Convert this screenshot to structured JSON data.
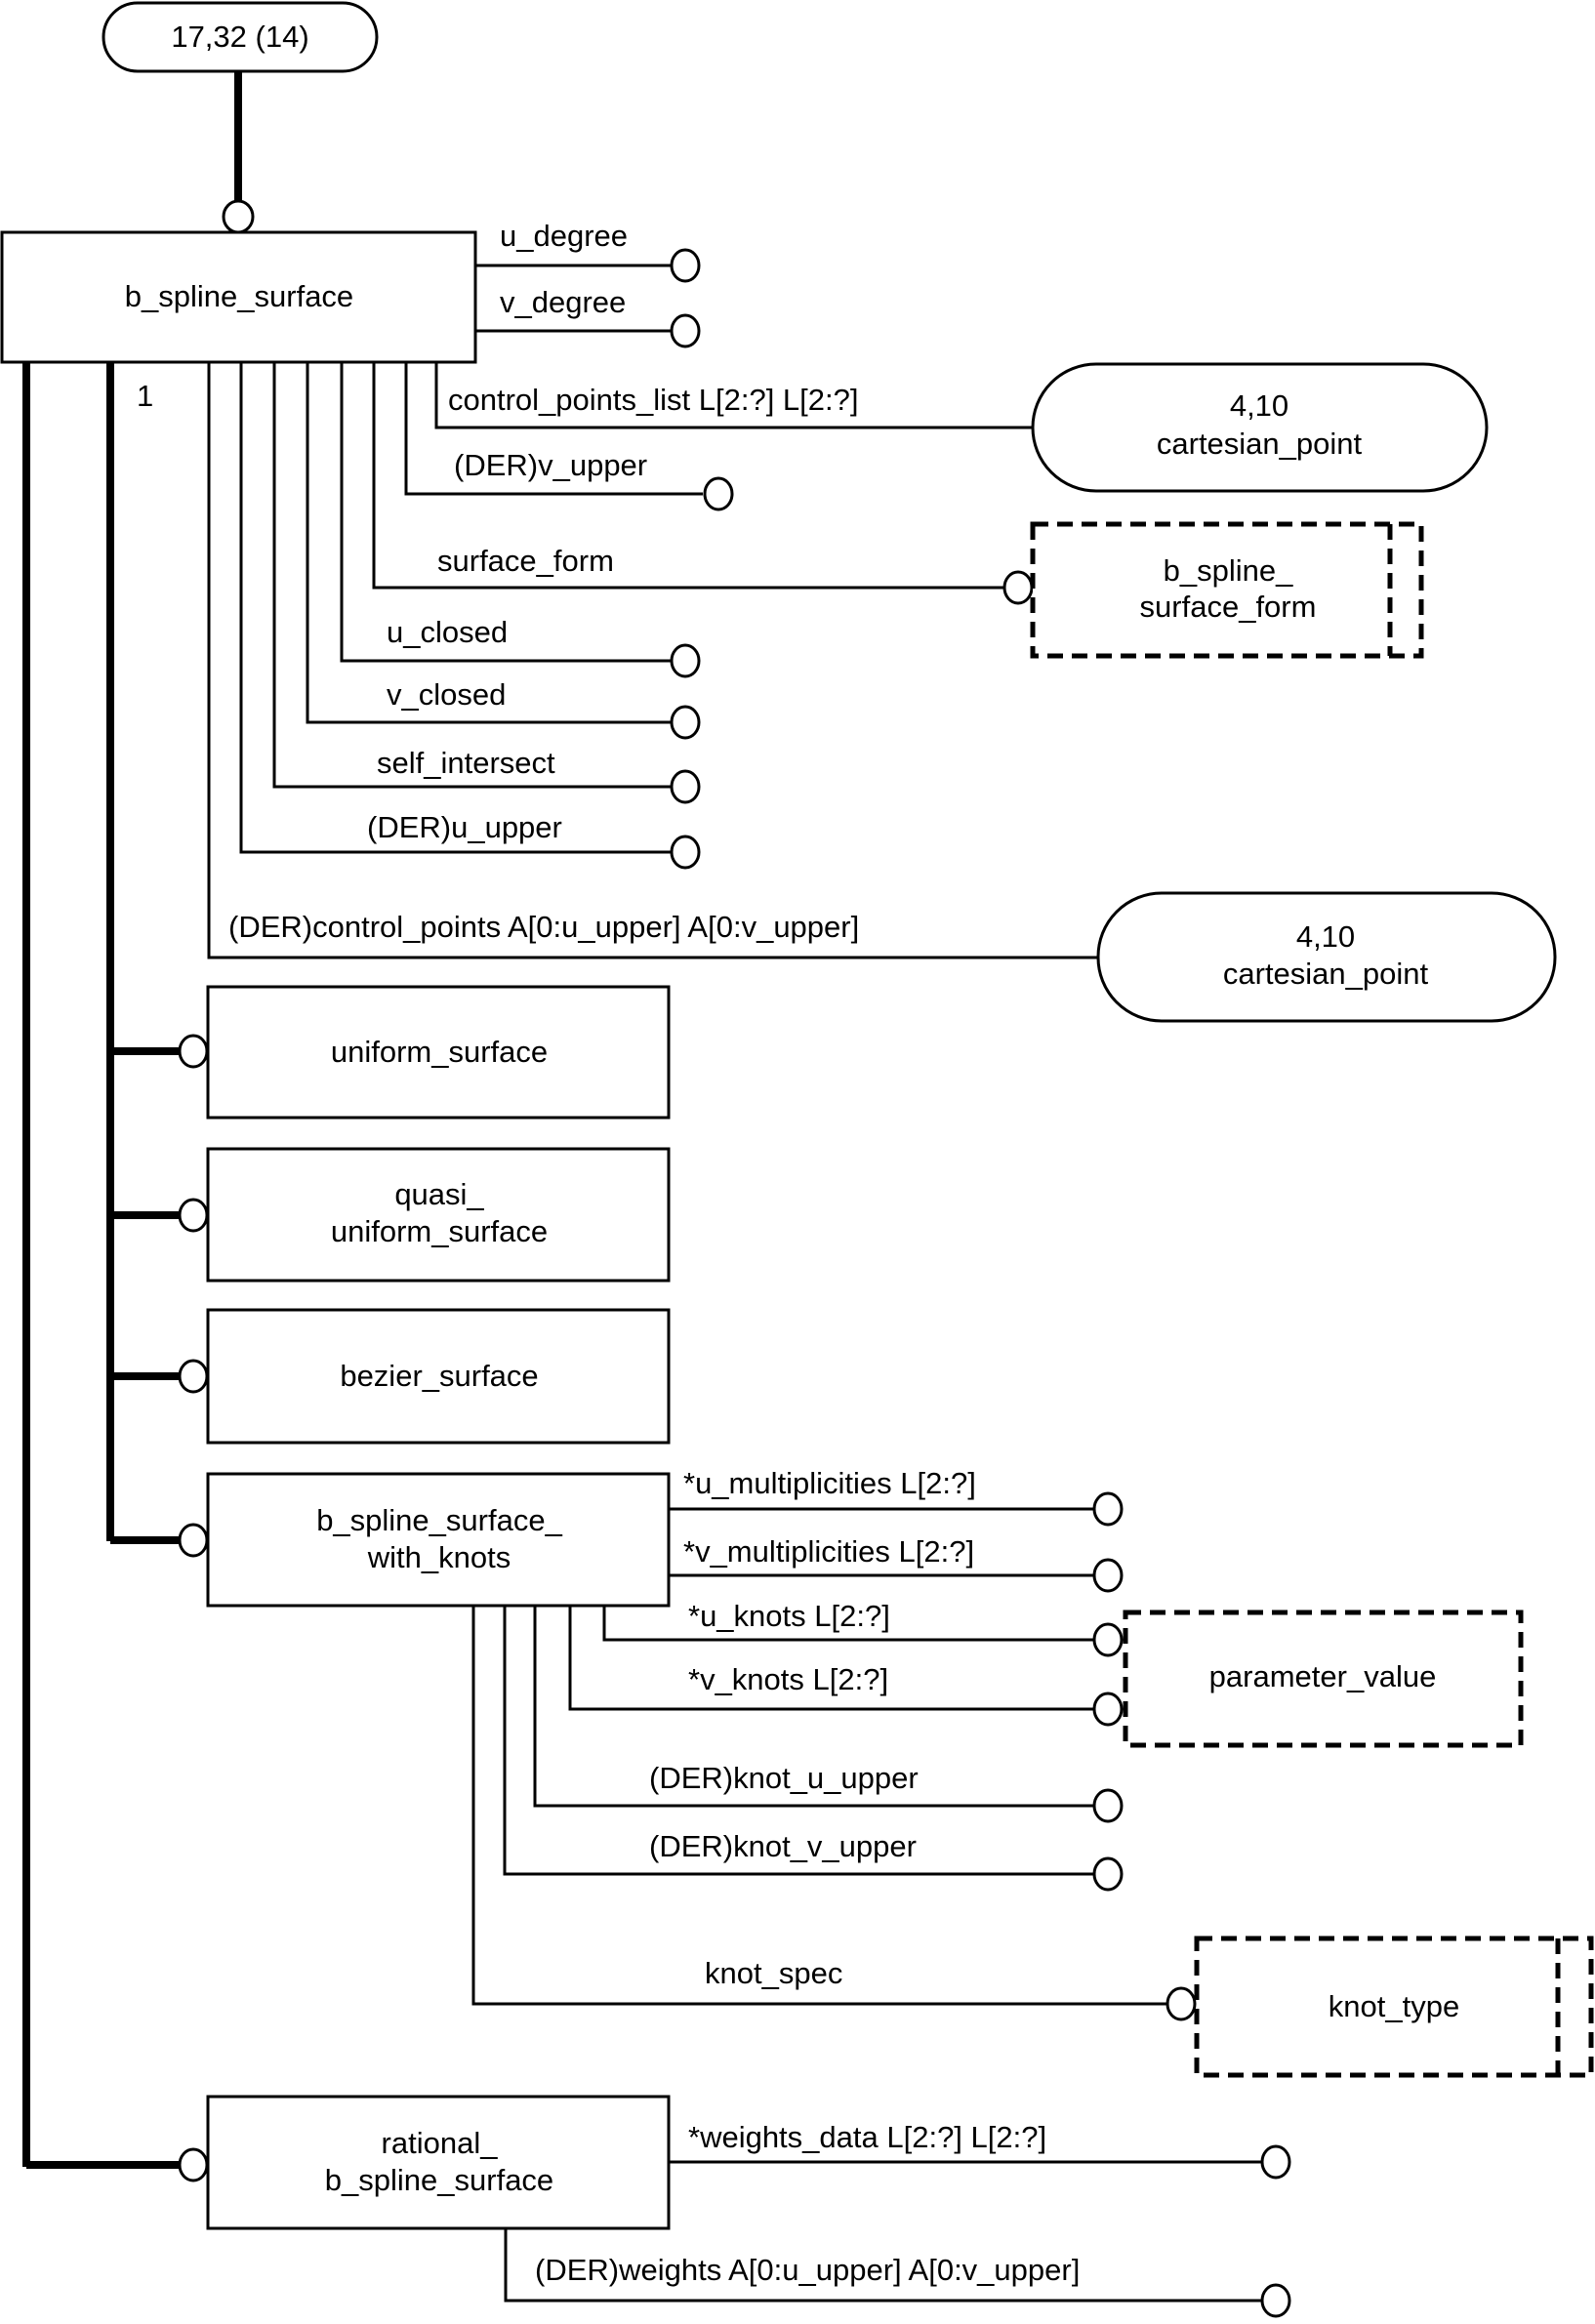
{
  "diagram": {
    "page_ref": "17,32 (14)",
    "main_entity": "b_spline_surface",
    "cardinality_label": "1",
    "attributes": [
      {
        "name": "u_degree"
      },
      {
        "name": "v_degree"
      },
      {
        "name": "control_points_list L[2:?] L[2:?]",
        "target_ref": "4,10",
        "target": "cartesian_point"
      },
      {
        "name": "(DER)v_upper"
      },
      {
        "name": "surface_form",
        "target": "b_spline_surface_form"
      },
      {
        "name": "u_closed"
      },
      {
        "name": "v_closed"
      },
      {
        "name": "self_intersect"
      },
      {
        "name": "(DER)u_upper"
      },
      {
        "name": "(DER)control_points A[0:u_upper] A[0:v_upper]",
        "target_ref": "4,10",
        "target": "cartesian_point"
      }
    ],
    "refs": {
      "cartesian_point_1": {
        "line1": "4,10",
        "line2": "cartesian_point"
      },
      "cartesian_point_2": {
        "line1": "4,10",
        "line2": "cartesian_point"
      },
      "surface_form_type": {
        "line1": "b_spline_",
        "line2": "surface_form"
      },
      "parameter_value": {
        "label": "parameter_value"
      },
      "knot_type": {
        "label": "knot_type"
      }
    },
    "subtypes": {
      "uniform_surface": {
        "label": "uniform_surface"
      },
      "quasi_uniform_surface": {
        "line1": "quasi_",
        "line2": "uniform_surface"
      },
      "bezier_surface": {
        "label": "bezier_surface"
      },
      "b_spline_surface_with_knots": {
        "line1": "b_spline_surface_",
        "line2": "with_knots"
      },
      "rational_b_spline_surface": {
        "line1": "rational_",
        "line2": "b_spline_surface"
      }
    },
    "knots_attributes": [
      {
        "name": "*u_multiplicities L[2:?]"
      },
      {
        "name": "*v_multiplicities L[2:?]"
      },
      {
        "name": "*u_knots L[2:?]",
        "target": "parameter_value"
      },
      {
        "name": "*v_knots L[2:?]",
        "target": "parameter_value"
      },
      {
        "name": "(DER)knot_u_upper"
      },
      {
        "name": "(DER)knot_v_upper"
      },
      {
        "name": "knot_spec",
        "target": "knot_type"
      }
    ],
    "rational_attributes": [
      {
        "name": "*weights_data L[2:?] L[2:?]"
      },
      {
        "name": "(DER)weights A[0:u_upper] A[0:v_upper]"
      }
    ]
  }
}
